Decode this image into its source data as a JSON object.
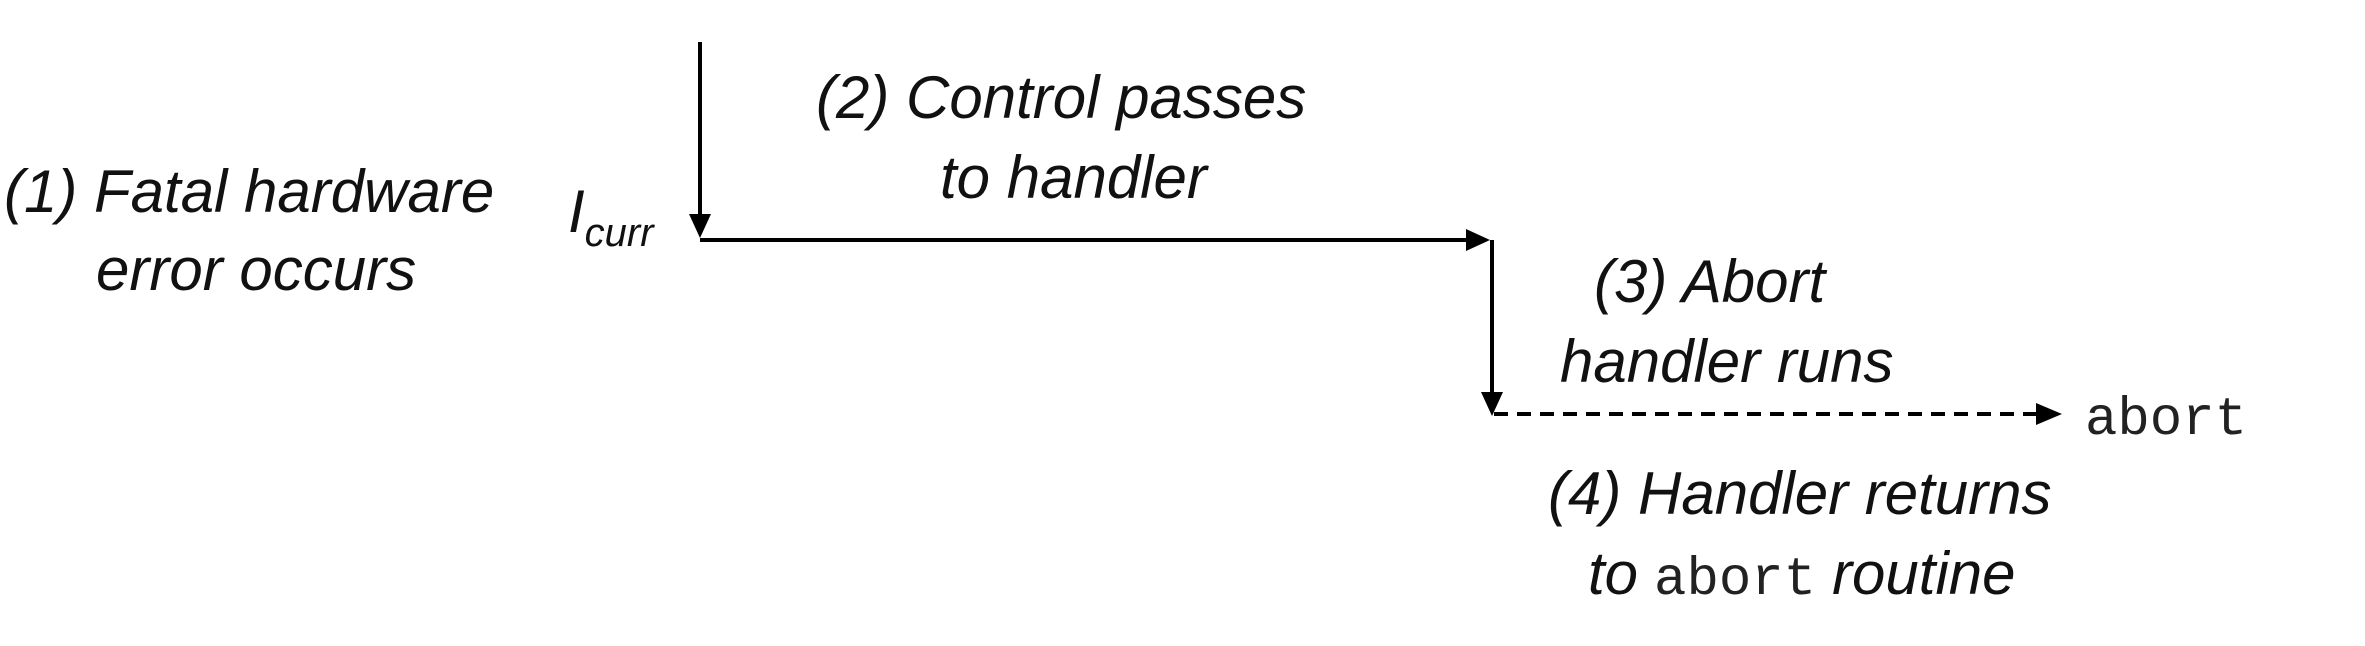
{
  "step1": {
    "line1": "(1) Fatal hardware",
    "line2": "error occurs"
  },
  "current_instruction": {
    "base": "I",
    "subscript": "curr"
  },
  "step2": {
    "line1": "(2) Control passes",
    "line2": "to handler"
  },
  "step3": {
    "line1": "(3) Abort",
    "line2": "handler runs"
  },
  "step4": {
    "line1": "(4) Handler returns",
    "line2_prefix": "to",
    "line2_code": "abort",
    "line2_suffix": "routine"
  },
  "abort_target": "abort"
}
